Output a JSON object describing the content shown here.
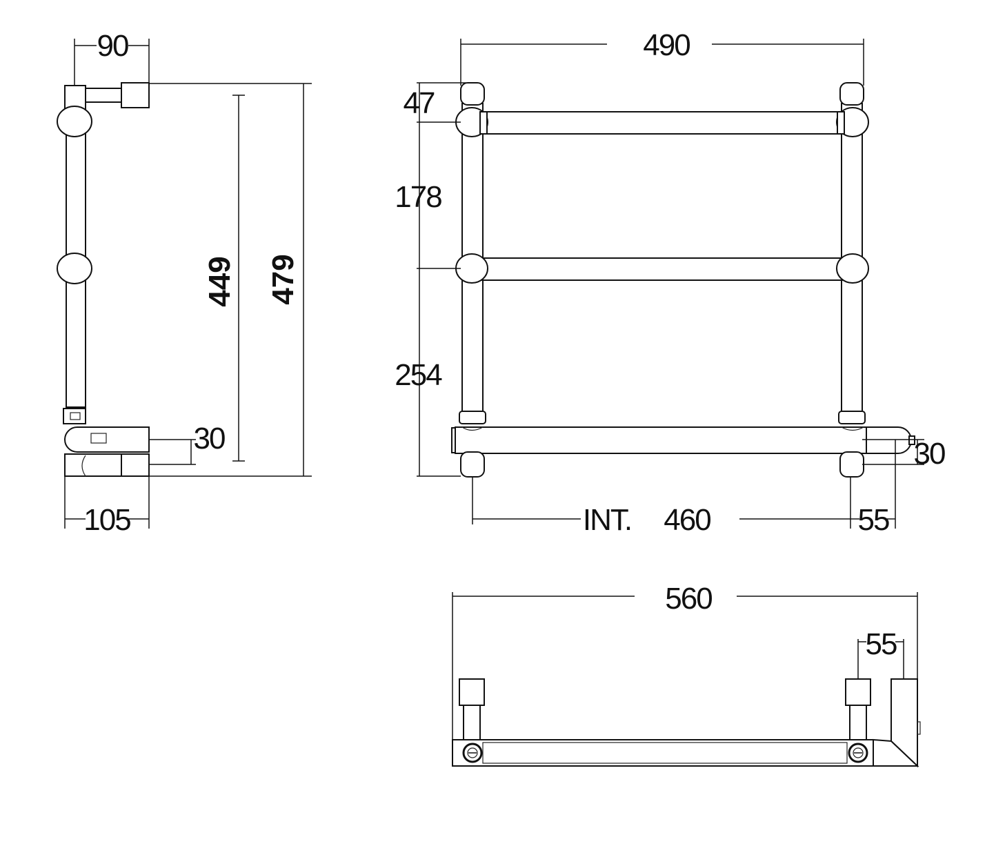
{
  "diagram": {
    "side_view": {
      "dims": {
        "top_offset": "90",
        "inner_height": "449",
        "total_height": "479",
        "pipe_offset": "30",
        "depth": "105"
      }
    },
    "front_view": {
      "dims": {
        "width": "490",
        "top_gap": "47",
        "upper_spacing": "178",
        "lower_spacing": "254",
        "pipe_offset": "30",
        "int_label": "INT.",
        "interaxis": "460",
        "valve_offset": "55"
      }
    },
    "top_view": {
      "dims": {
        "total_width": "560",
        "valve_offset": "55"
      }
    }
  }
}
